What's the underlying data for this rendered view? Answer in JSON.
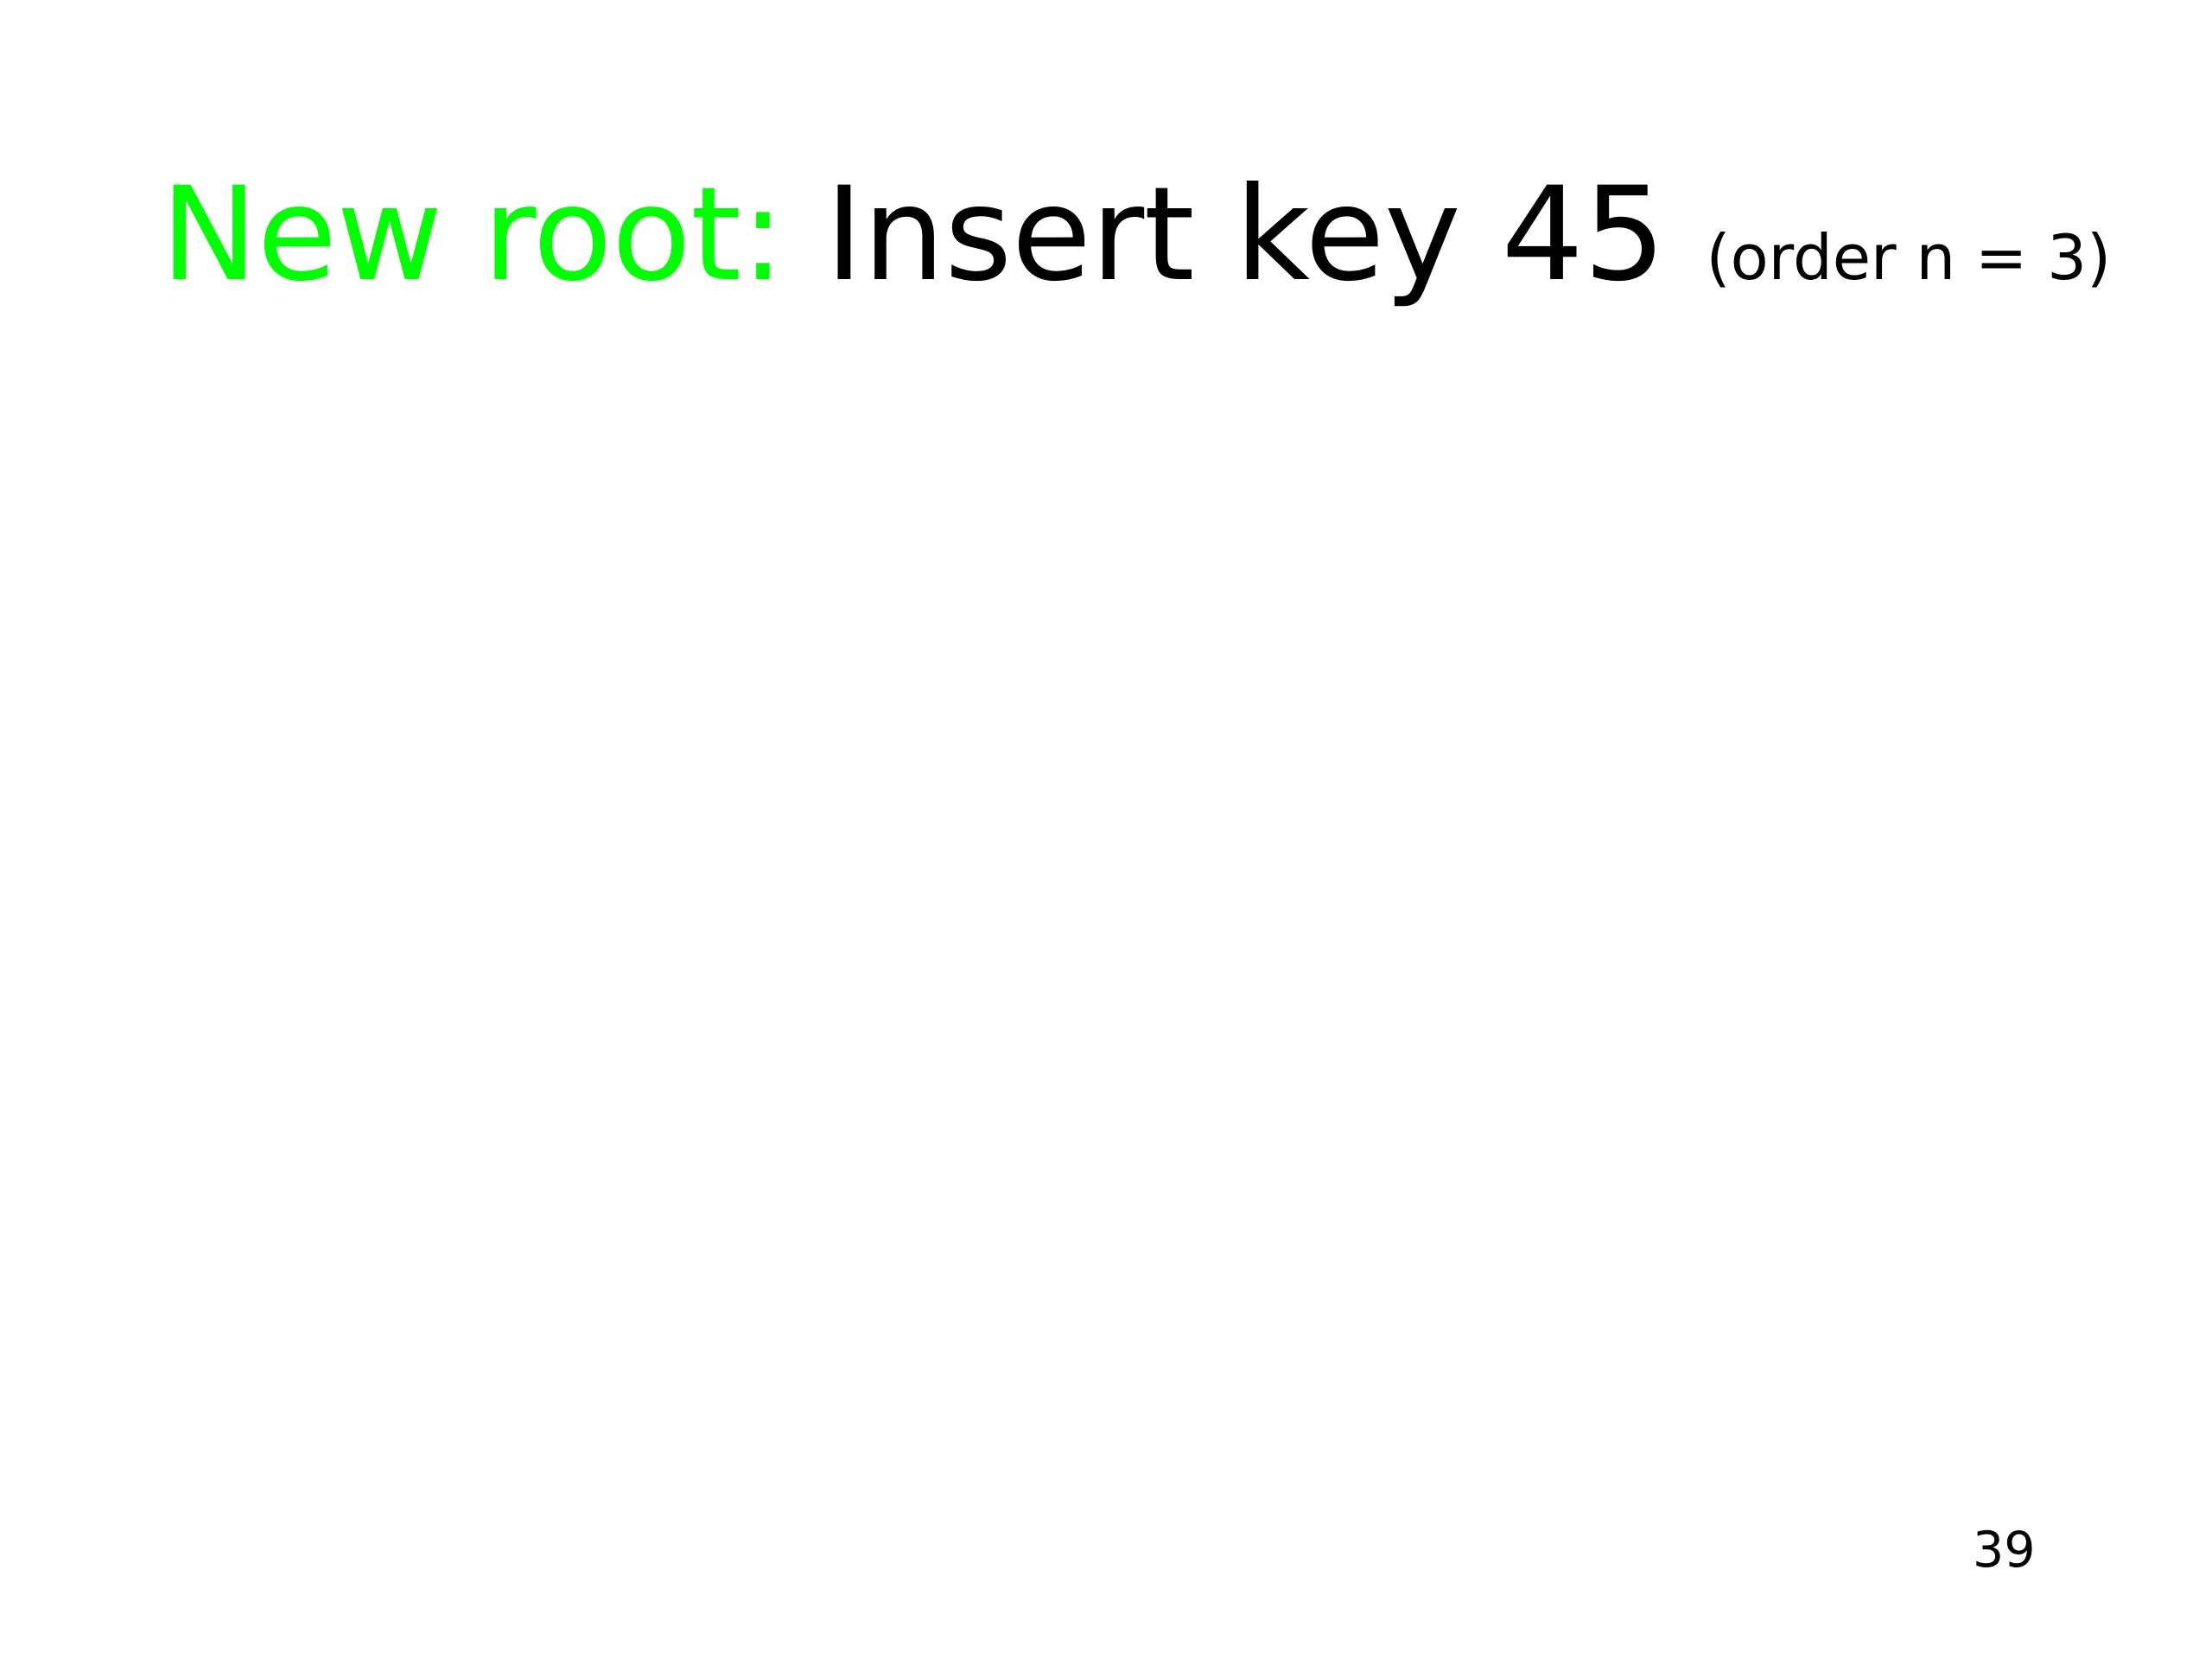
{
  "slide": {
    "background_color": "#ffffff",
    "title": {
      "accent_text": "New root:",
      "accent_color": "#00ff00",
      "main_text": "Insert key 45",
      "main_color": "#000000",
      "note_text": "(order n = 3)",
      "note_color": "#000000",
      "full_text": "New root: Insert key 45 (order n = 3)"
    },
    "body": {
      "content": "",
      "is_empty": true
    },
    "footer": {
      "page_number": "39"
    }
  }
}
